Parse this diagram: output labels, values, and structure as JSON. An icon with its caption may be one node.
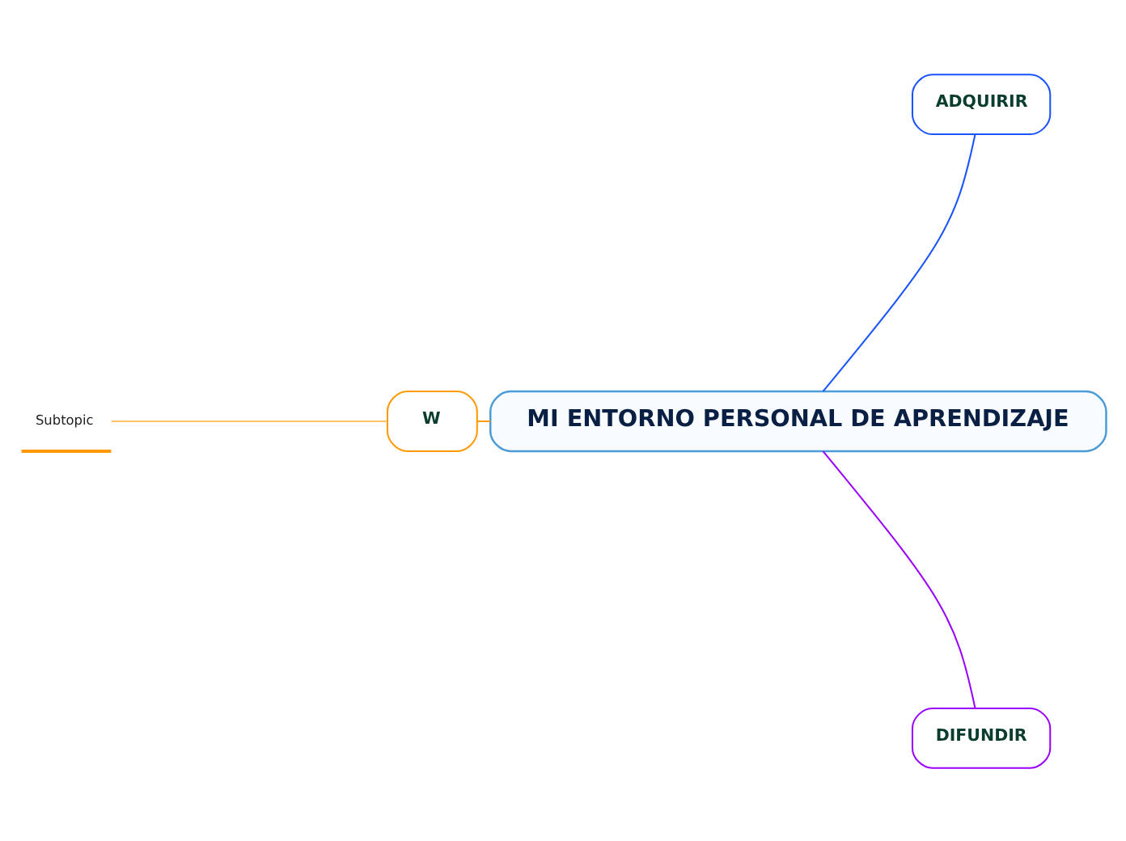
{
  "diagram": {
    "nodes": [
      {
        "text": [
          "MI ENTORNO PERSONAL DE APRENDIZAJE"
        ]
      },
      {
        "text": [
          "ADQUIRIR"
        ]
      },
      {
        "text": [
          "W"
        ]
      },
      {
        "text": [
          "Subtopic"
        ]
      },
      {
        "text": [
          "DIFUNDIR"
        ]
      }
    ],
    "edges": [
      {
        "from": 0,
        "to": 1,
        "arrow": "none",
        "color": "#1a53ff"
      },
      {
        "from": 0,
        "to": 2,
        "arrow": "none",
        "color": "#ff9900"
      },
      {
        "from": 2,
        "to": 3,
        "arrow": "none",
        "color": "#ffc266"
      },
      {
        "from": 0,
        "to": 4,
        "arrow": "none",
        "color": "#9900ff"
      }
    ]
  }
}
